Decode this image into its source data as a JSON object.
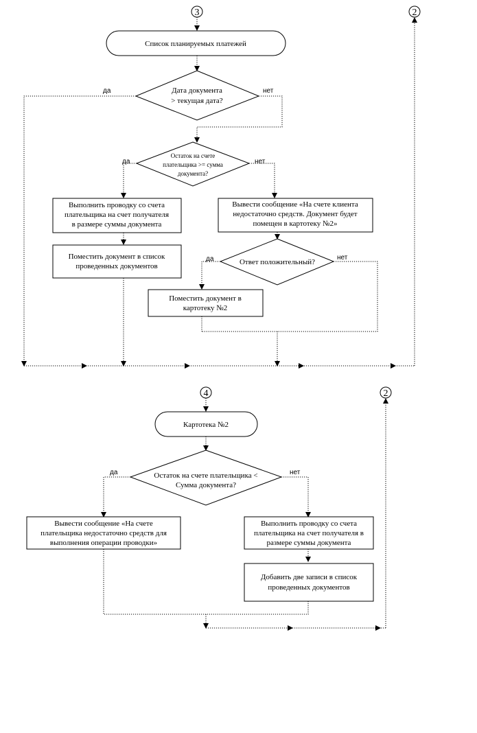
{
  "connectors": {
    "c3": "3",
    "c2_top": "2",
    "c4": "4",
    "c2_bottom": "2"
  },
  "flow1": {
    "start": "Список планируемых платежей",
    "decision_date": [
      "Дата документа",
      "> текущая дата?"
    ],
    "decision_balance": [
      "Остаток на счете",
      "плательщика >= сумма",
      "документа?"
    ],
    "post_payment": [
      "Выполнить проводку со счета",
      "плательщика на счет получателя",
      "в размере суммы документа"
    ],
    "add_to_list": [
      "Поместить документ в список",
      "проведенных документов"
    ],
    "message": [
      "Вывести сообщение «На счете клиента",
      "недостаточно средств. Документ будет",
      "помещен в картотеку №2»"
    ],
    "decision_answer": "Ответ положительный?",
    "to_card_index": [
      "Поместить документ в",
      "картотеку №2"
    ]
  },
  "flow2": {
    "start": "Картотека №2",
    "decision": [
      "Остаток на счете плательщика <",
      "Сумма документа?"
    ],
    "message": [
      "Вывести сообщение «На счете",
      "плательщика недостаточно средств для",
      "выполнения операции проводки»"
    ],
    "post_payment": [
      "Выполнить проводку со счета",
      "плательщика на счет получателя в",
      "размере суммы документа"
    ],
    "add_records": [
      "Добавить две записи в список",
      "проведенных документов"
    ]
  },
  "labels": {
    "yes": "да",
    "no": "нет"
  }
}
